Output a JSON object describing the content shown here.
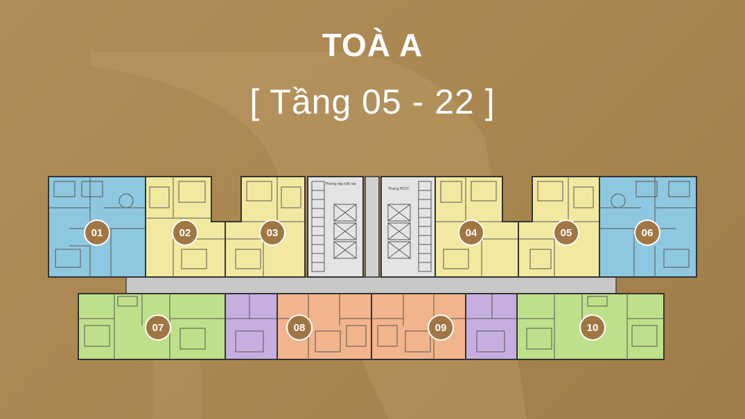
{
  "title": "TOÀ A",
  "subtitle": "[ Tầng 05 - 22 ]",
  "core_labels": {
    "left": "Phòng tập kết rác",
    "right": "Thang PCCC"
  },
  "colors": {
    "background": "#ad8a55",
    "apartment_blue": "#8ec8e0",
    "apartment_yellow": "#f2e9a0",
    "apartment_green": "#bfe08a",
    "apartment_purple": "#c6aee0",
    "apartment_orange": "#f2b48c",
    "corridor": "#c8c8c8",
    "badge": "#a07744"
  },
  "apartments": [
    {
      "number": "01",
      "color": "blue"
    },
    {
      "number": "02",
      "color": "yellow"
    },
    {
      "number": "03",
      "color": "yellow"
    },
    {
      "number": "04",
      "color": "yellow"
    },
    {
      "number": "05",
      "color": "yellow"
    },
    {
      "number": "06",
      "color": "blue"
    },
    {
      "number": "07",
      "color": "green"
    },
    {
      "number": "08",
      "color": "orange"
    },
    {
      "number": "09",
      "color": "orange"
    },
    {
      "number": "10",
      "color": "green"
    }
  ]
}
